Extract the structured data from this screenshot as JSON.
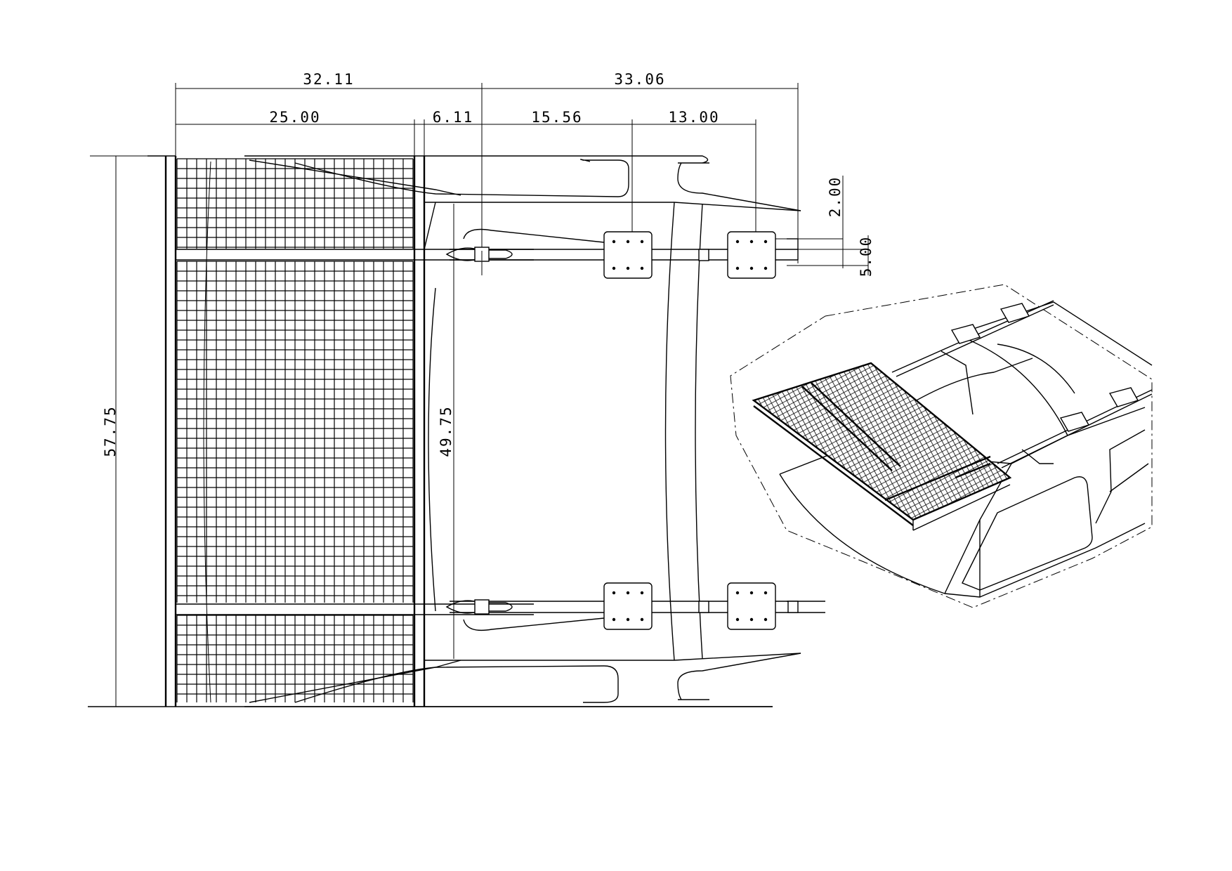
{
  "drawing": {
    "dimensions": {
      "overall_left": "32.11",
      "overall_right": "33.06",
      "mesh_width": "25.00",
      "gap": "6.11",
      "to_plate_1": "15.56",
      "plate_spacing": "13.00",
      "height_total": "57.75",
      "height_inner": "49.75",
      "offset_small": "2.00",
      "offset_rail": "5.00"
    }
  }
}
